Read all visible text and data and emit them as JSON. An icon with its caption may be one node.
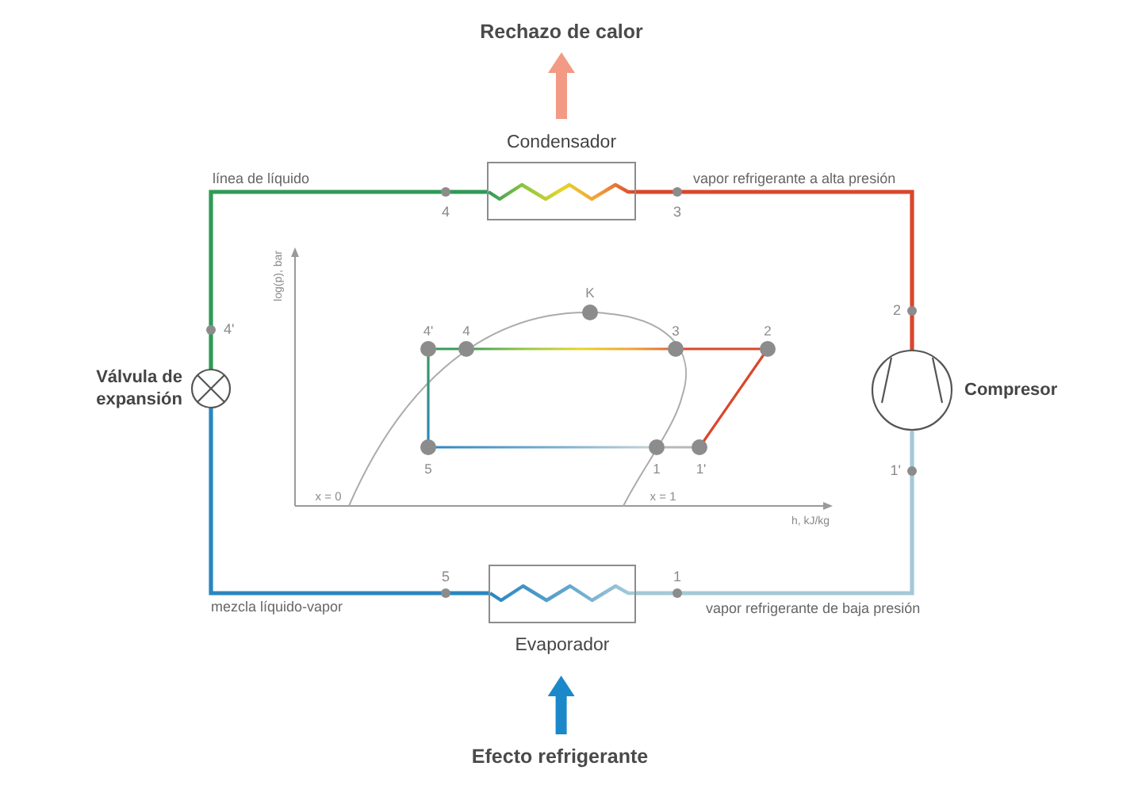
{
  "diagram": {
    "nodes": [
      {
        "text": [
          "Rechazo de calor"
        ]
      },
      {
        "text": [
          "Condensador"
        ]
      },
      {
        "text": [
          "Válvula de expansión"
        ]
      },
      {
        "text": [
          "Compresor"
        ]
      },
      {
        "text": [
          "Evaporador"
        ]
      },
      {
        "text": [
          "Efecto refrigerante"
        ]
      }
    ],
    "edges": [
      {
        "from": 1,
        "to": 0,
        "arrow": "to",
        "style": "thick",
        "color": "#f29a84"
      },
      {
        "from": 3,
        "to": 1,
        "arrow": "none",
        "label": "vapor refrigerante a alta presión",
        "color": "#d9472b"
      },
      {
        "from": 1,
        "to": 2,
        "arrow": "none",
        "label": "línea de líquido",
        "color": "#2f9a57"
      },
      {
        "from": 2,
        "to": 4,
        "arrow": "none",
        "label": "mezcla líquido-vapor",
        "color": "#2a86c0"
      },
      {
        "from": 4,
        "to": 3,
        "arrow": "none",
        "label": "vapor refrigerante de baja presión",
        "color": "#a3c9d6"
      },
      {
        "from": 5,
        "to": 4,
        "arrow": "to",
        "style": "thick",
        "color": "#1a88c9"
      }
    ],
    "labels": [
      "4",
      "3",
      "log(p), bar",
      "K",
      "2",
      "4'",
      "4'",
      "4",
      "3",
      "2",
      "5",
      "1",
      "1'",
      "1'",
      "x = 0",
      "x = 1",
      "h, kJ/kg",
      "5",
      "1"
    ]
  }
}
